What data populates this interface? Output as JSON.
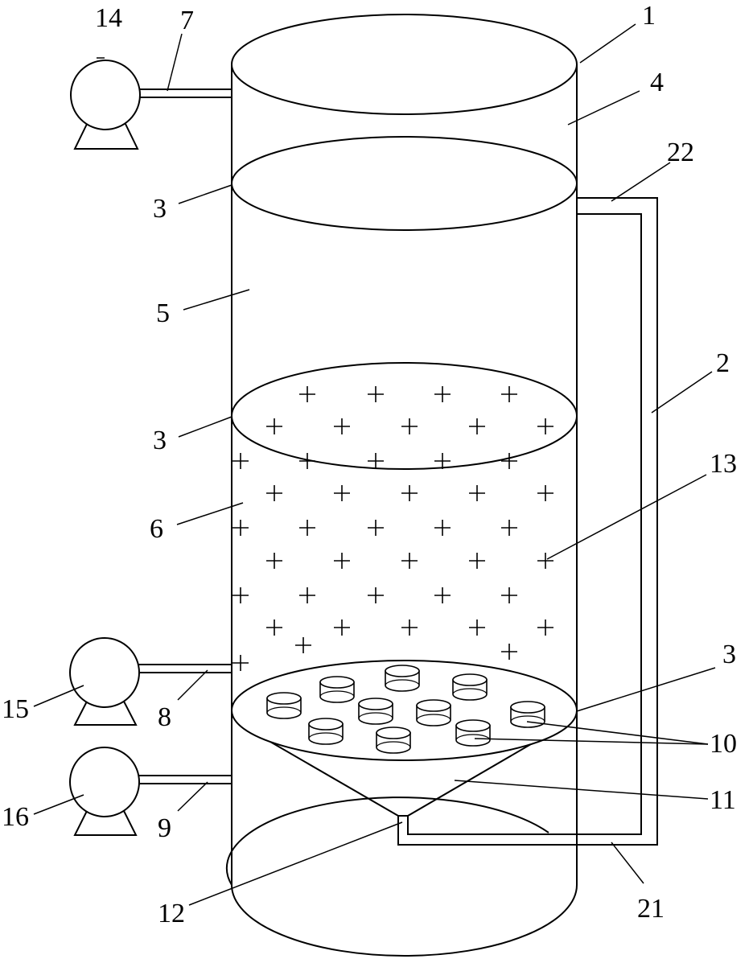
{
  "labels": {
    "l1": "1",
    "l2": "2",
    "l3a": "3",
    "l3b": "3",
    "l3c": "3",
    "l4": "4",
    "l5": "5",
    "l6": "6",
    "l7": "7",
    "l8": "8",
    "l9": "9",
    "l10": "10",
    "l11": "11",
    "l12": "12",
    "l13": "13",
    "l14": "14",
    "l15": "15",
    "l16": "16",
    "l21": "21",
    "l22": "22"
  }
}
